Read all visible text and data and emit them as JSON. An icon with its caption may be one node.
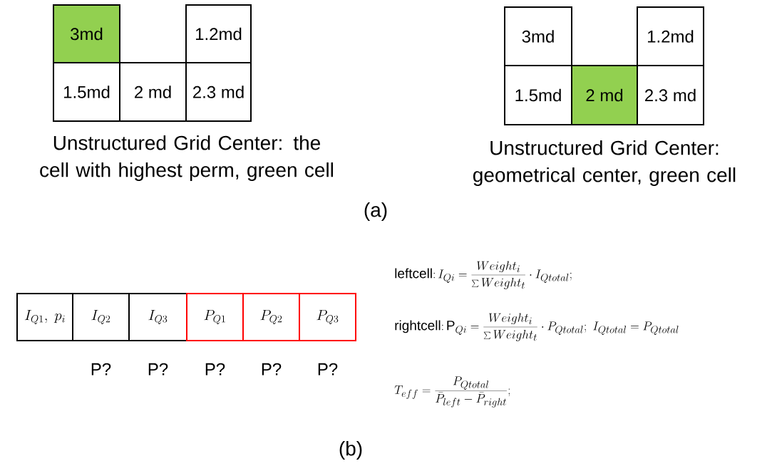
{
  "diagram": {
    "nodes": [
      {
        "text": [
          "3md"
        ]
      },
      {
        "text": [
          "1.2md"
        ]
      },
      {
        "text": [
          "1.5md"
        ]
      },
      {
        "text": [
          "2 md"
        ]
      },
      {
        "text": [
          "2.3 md"
        ]
      },
      {
        "text": [
          "3md"
        ]
      },
      {
        "text": [
          "1.2md"
        ]
      },
      {
        "text": [
          "1.5md"
        ]
      },
      {
        "text": [
          "2 md"
        ]
      },
      {
        "text": [
          "2.3 md"
        ]
      },
      {
        "text": [
          "I_{Q1},\\ p_{i}"
        ]
      },
      {
        "text": [
          "I_{Q2}"
        ],
        "beside": [
          "P?"
        ]
      },
      {
        "text": [
          "I_{Q3}"
        ],
        "beside": [
          "P?"
        ]
      },
      {
        "text": [
          "P_{Q1}"
        ],
        "beside": [
          "P?"
        ]
      },
      {
        "text": [
          "P_{Q2}"
        ],
        "beside": [
          "P?"
        ]
      },
      {
        "text": [
          "P_{Q3}"
        ],
        "beside": [
          "P?"
        ]
      }
    ],
    "labels": [
      "Unstructured Grid Center: the cell with highest perm, green cell",
      "Unstructured Grid Center: geometrical center, green cell",
      "(a)",
      "\\mathrm{leftcell}\\colon I_{Qi} = \\frac{Weight_{i}}{\\sum Weight_{t}} \\cdot I_{Qtotal};",
      "\\mathrm{rightcell}\\colon \\mathrm{P}_{Qi} = \\frac{Weight_{i}}{\\sum Weight_{t}} \\cdot P_{Qtotal};\\ I_{Qtotal} = P_{Qtotal}",
      "T_{eff} = \\frac{P_{Qtotal}}{\\bar{P}_{left} - \\bar{P}_{right}};",
      "(b)"
    ]
  }
}
